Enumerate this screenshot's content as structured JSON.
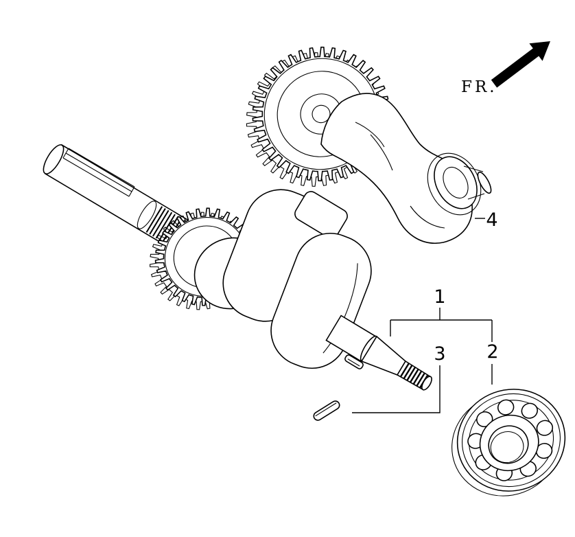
{
  "page": {
    "background_color": "#ffffff",
    "line_color": "#000000"
  },
  "direction": {
    "label": "FR."
  },
  "callouts": {
    "c1": {
      "label": "1"
    },
    "c2": {
      "label": "2"
    },
    "c3": {
      "label": "3"
    },
    "c4": {
      "label": "4"
    }
  }
}
